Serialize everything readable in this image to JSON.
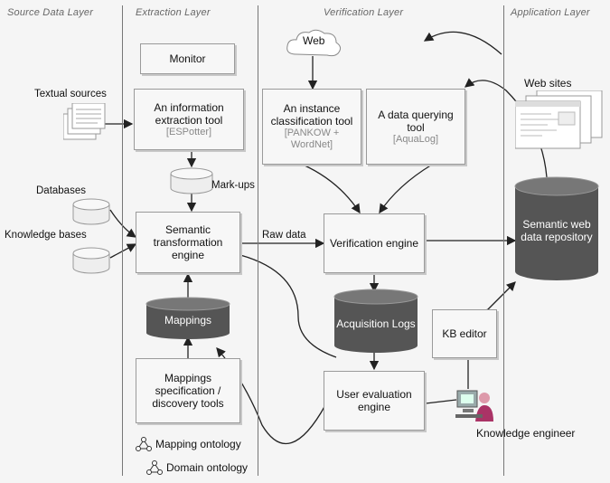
{
  "layers": {
    "source": "Source Data Layer",
    "extraction": "Extraction Layer",
    "verification": "Verification Layer",
    "application": "Application Layer"
  },
  "sources": {
    "textual": "Textual sources",
    "databases": "Databases",
    "knowledge_bases": "Knowledge bases"
  },
  "extraction": {
    "monitor": "Monitor",
    "tool_title": "An information extraction tool",
    "tool_sub": "[ESPotter]",
    "markups": "Mark-ups",
    "semantic_engine": "Semantic transformation engine",
    "mappings": "Mappings",
    "mapping_tools": "Mappings specification / discovery tools",
    "mapping_ontology": "Mapping ontology",
    "domain_ontology": "Domain ontology"
  },
  "verification": {
    "web_cloud": "Web",
    "instance_tool": "An instance classification tool",
    "instance_tool_sub": "[PANKOW + WordNet]",
    "query_tool": "A data querying tool",
    "query_tool_sub": "[AquaLog]",
    "raw_data": "Raw data",
    "verification_engine": "Verification engine",
    "acquisition_logs": "Acquisition Logs",
    "user_eval": "User evaluation engine",
    "kb_editor": "KB editor"
  },
  "application": {
    "web_sites": "Web sites",
    "repository": "Semantic web data repository",
    "knowledge_engineer": "Knowledge engineer"
  },
  "colors": {
    "cylinder_dark": "#555555",
    "box_fill": "#f7f7f7",
    "line": "#222222"
  }
}
